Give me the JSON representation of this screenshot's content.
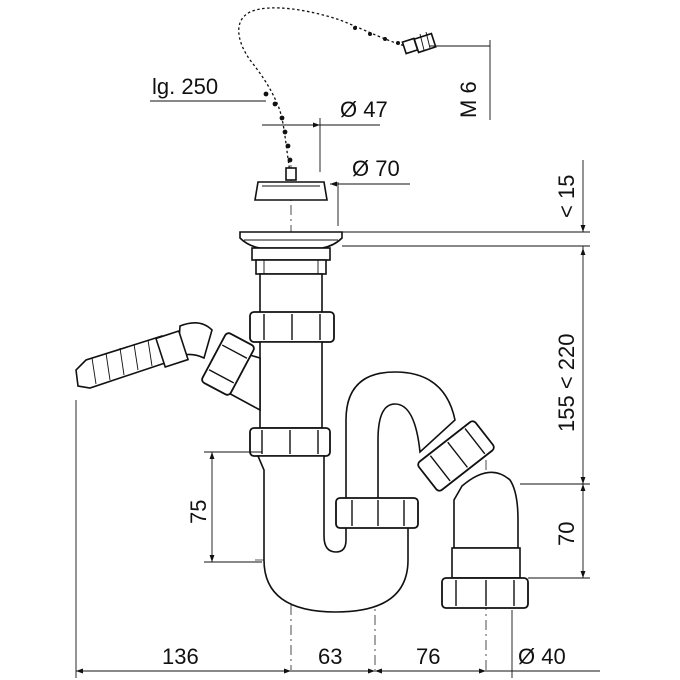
{
  "diagram": {
    "title": "Sink trap with side hose connection – dimension drawing",
    "dimensions": {
      "chain_length": "lg. 250",
      "stopper_diameter": "Ø 47",
      "thread": "M 6",
      "plug_diameter": "Ø 70",
      "flange_height": "< 15",
      "height_range": "155 < 220",
      "trap_depth": "75",
      "outlet_height": "70",
      "hose_offset": "136",
      "trap_offset_1": "63",
      "trap_offset_2": "76",
      "outlet_diameter": "Ø 40"
    }
  }
}
